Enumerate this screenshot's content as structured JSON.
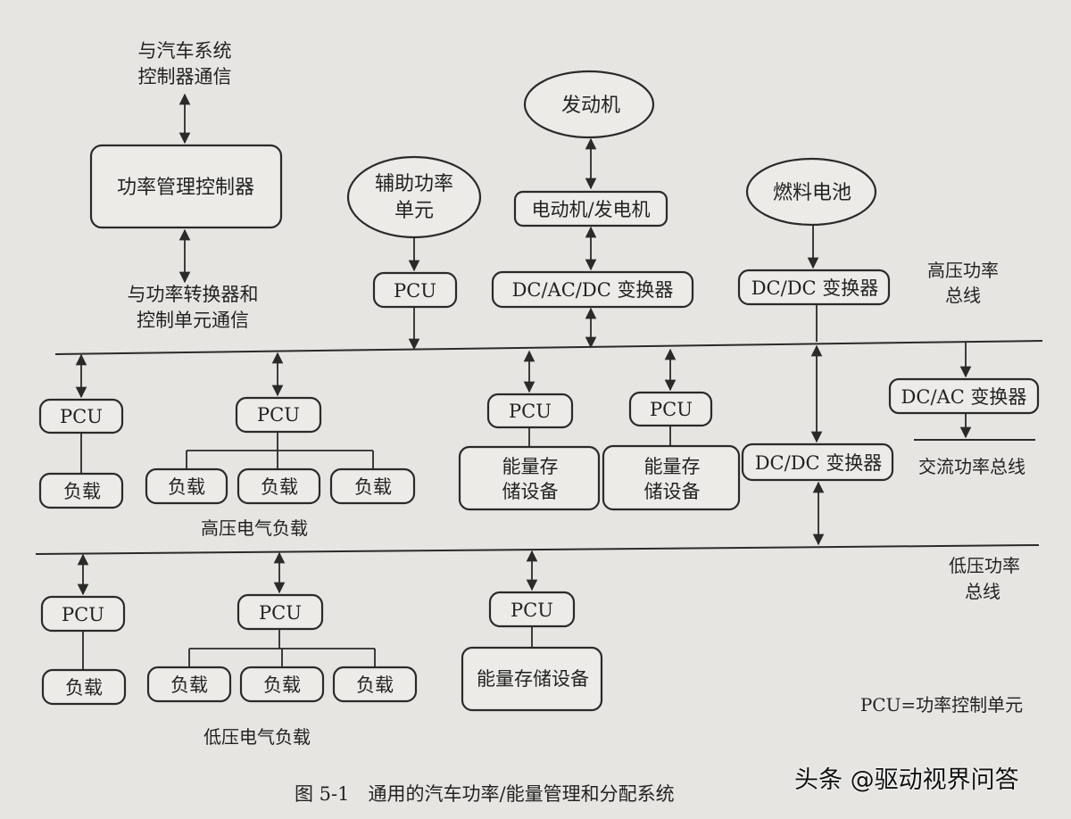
{
  "diagram": {
    "boxes": {
      "power_mgmt_controller": "功率管理控制器",
      "engine": "发动机",
      "aux_power_unit_line1": "辅助功率",
      "aux_power_unit_line2": "单元",
      "motor_generator": "电动机/发电机",
      "fuel_cell": "燃料电池",
      "pcu_aux": "PCU",
      "dc_ac_dc_converter": "DC/AC/DC 变换器",
      "dc_dc_converter_top": "DC/DC 变换器",
      "dc_ac_converter": "DC/AC 变换器",
      "dc_dc_converter_mid": "DC/DC 变换器",
      "hv_pcu_1": "PCU",
      "hv_pcu_2": "PCU",
      "hv_pcu_3": "PCU",
      "hv_pcu_4": "PCU",
      "hv_load_1": "负载",
      "hv_load_2": "负载",
      "hv_load_3": "负载",
      "hv_load_4": "负载",
      "hv_storage_1_line1": "能量存",
      "hv_storage_1_line2": "储设备",
      "hv_storage_2_line1": "能量存",
      "hv_storage_2_line2": "储设备",
      "lv_pcu_1": "PCU",
      "lv_pcu_2": "PCU",
      "lv_pcu_3": "PCU",
      "lv_load_1": "负载",
      "lv_load_2": "负载",
      "lv_load_3": "负载",
      "lv_load_4": "负载",
      "lv_storage": "能量存储设备"
    },
    "labels": {
      "comm_vehicle_line1": "与汽车系统",
      "comm_vehicle_line2": "控制器通信",
      "comm_converter_line1": "与功率转换器和",
      "comm_converter_line2": "控制单元通信",
      "hv_bus_line1": "高压功率",
      "hv_bus_line2": "总线",
      "ac_bus": "交流功率总线",
      "hv_loads": "高压电气负载",
      "lv_bus_line1": "低压功率",
      "lv_bus_line2": "总线",
      "lv_loads": "低压电气负载",
      "pcu_legend": "PCU=功率控制单元",
      "caption": "图 5-1　通用的汽车功率/能量管理和分配系统"
    },
    "watermark": "头条 @驱动视界问答"
  }
}
